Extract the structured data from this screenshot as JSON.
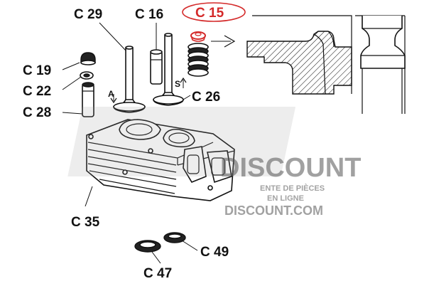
{
  "watermark": {
    "brand": "DISCOUNT",
    "tagline_right": "ENTE DE PIÈCES",
    "tagline_right2": "EN LIGNE",
    "domain": "DISCOUNT.COM"
  },
  "parts": [
    {
      "id": "c29",
      "label": "C 29"
    },
    {
      "id": "c16",
      "label": "C 16"
    },
    {
      "id": "c15",
      "label": "C 15",
      "highlighted": true
    },
    {
      "id": "c19",
      "label": "C 19"
    },
    {
      "id": "c22",
      "label": "C 22"
    },
    {
      "id": "c28",
      "label": "C 28"
    },
    {
      "id": "c26",
      "label": "C 26"
    },
    {
      "id": "c35",
      "label": "C 35"
    },
    {
      "id": "c49",
      "label": "C 49"
    },
    {
      "id": "c47",
      "label": "C 47"
    }
  ],
  "markers": {
    "a": "A",
    "s": "S"
  },
  "colors": {
    "highlight": "#d42a2a",
    "ink": "#111111"
  }
}
